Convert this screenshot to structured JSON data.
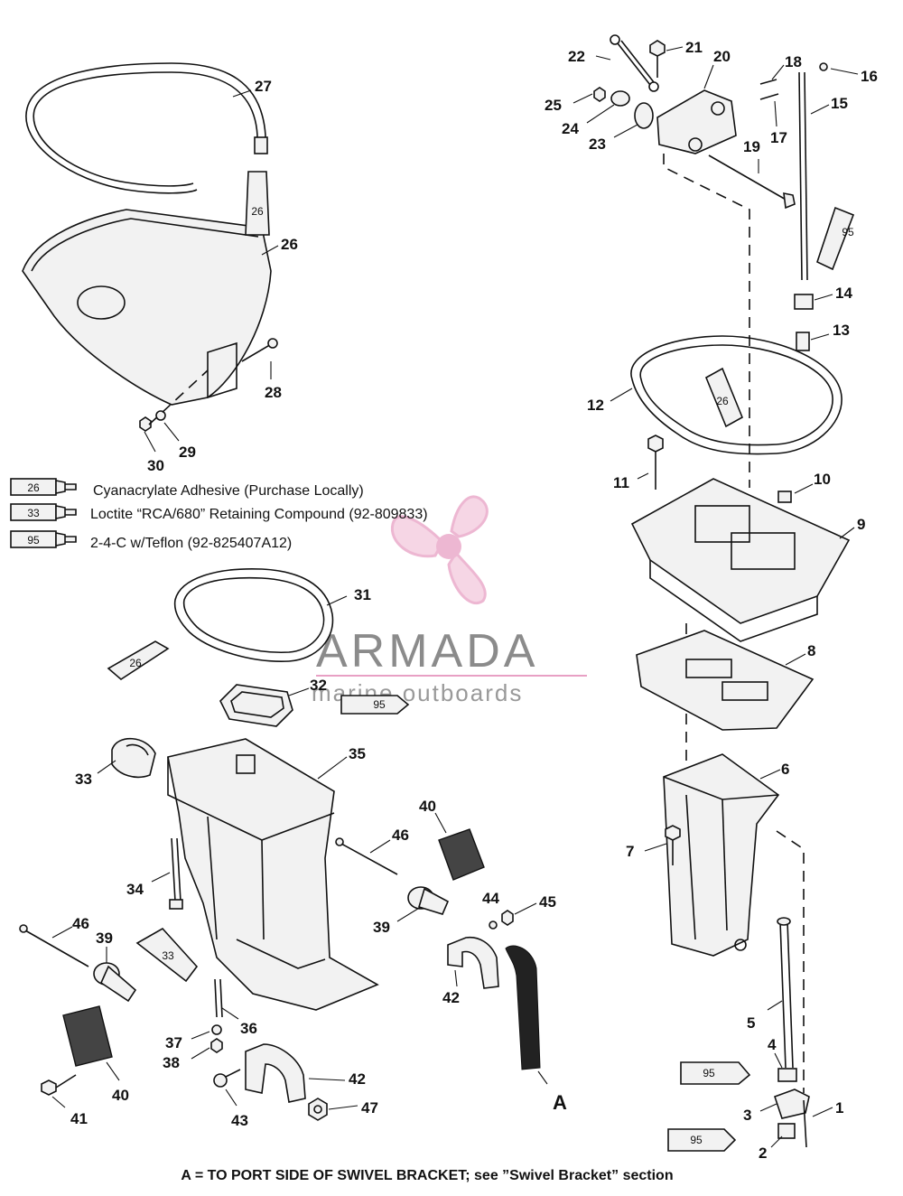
{
  "legend": {
    "items": [
      {
        "code": "26",
        "text": "Cyanacrylate Adhesive (Purchase Locally)"
      },
      {
        "code": "33",
        "text": "Loctite “RCA/680” Retaining Compound (92-809833)"
      },
      {
        "code": "95",
        "text": "2-4-C w/Teflon (92-825407A12)"
      }
    ]
  },
  "watermark": {
    "brand": "ARMADA",
    "tagline": "marine outboards",
    "color": "#e8a0c4"
  },
  "callouts": {
    "c1": "1",
    "c2": "2",
    "c3": "3",
    "c4": "4",
    "c5": "5",
    "c6": "6",
    "c7": "7",
    "c8": "8",
    "c9": "9",
    "c10": "10",
    "c11": "11",
    "c12": "12",
    "c13": "13",
    "c14": "14",
    "c15": "15",
    "c16": "16",
    "c17": "17",
    "c18": "18",
    "c19": "19",
    "c20": "20",
    "c21": "21",
    "c22": "22",
    "c23": "23",
    "c24": "24",
    "c25": "25",
    "c26": "26",
    "c27": "27",
    "c28": "28",
    "c29": "29",
    "c30": "30",
    "c31": "31",
    "c32": "32",
    "c33": "33",
    "c34": "34",
    "c35": "35",
    "c36": "36",
    "c37": "37",
    "c38": "38",
    "c39a": "39",
    "c39b": "39",
    "c40a": "40",
    "c40b": "40",
    "c41": "41",
    "c42a": "42",
    "c42b": "42",
    "c43": "43",
    "c44": "44",
    "c45": "45",
    "c46a": "46",
    "c46b": "46",
    "c47": "47"
  },
  "tubes": {
    "t26a": "26",
    "t26b": "26",
    "t26c": "26",
    "t95a": "95",
    "t95b": "95",
    "t95c": "95",
    "t95d": "95",
    "t33": "33"
  },
  "reference_letter": "A",
  "footer": "A = TO PORT SIDE OF SWIVEL BRACKET; see ”Swivel Bracket” section"
}
